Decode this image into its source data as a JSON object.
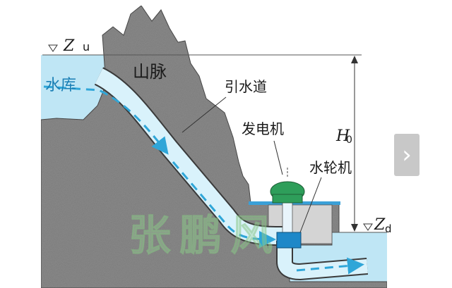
{
  "diagram": {
    "reservoir_label": "水库",
    "mountain_label": "山脉",
    "penstock_label": "引水道",
    "generator_label": "发电机",
    "turbine_label": "水轮机",
    "upstream_level": {
      "symbol": "Z",
      "subscript": "u"
    },
    "downstream_level": {
      "symbol": "Z",
      "subscript": "d"
    },
    "head": {
      "symbol": "H",
      "subscript": "0"
    },
    "watermark": "张鹏风",
    "colors": {
      "water": "#bfe6f5",
      "pipe": "#d9f2fb",
      "flow_arrow": "#2fa6d8",
      "rock": "#8c8c8c",
      "generator": "#2e9e5a",
      "turbine": "#1e88c8",
      "powerhouse_floor": "#3aa0d8"
    }
  },
  "nav": {
    "next_icon": "chevron-right-icon",
    "next_glyph": "›"
  }
}
